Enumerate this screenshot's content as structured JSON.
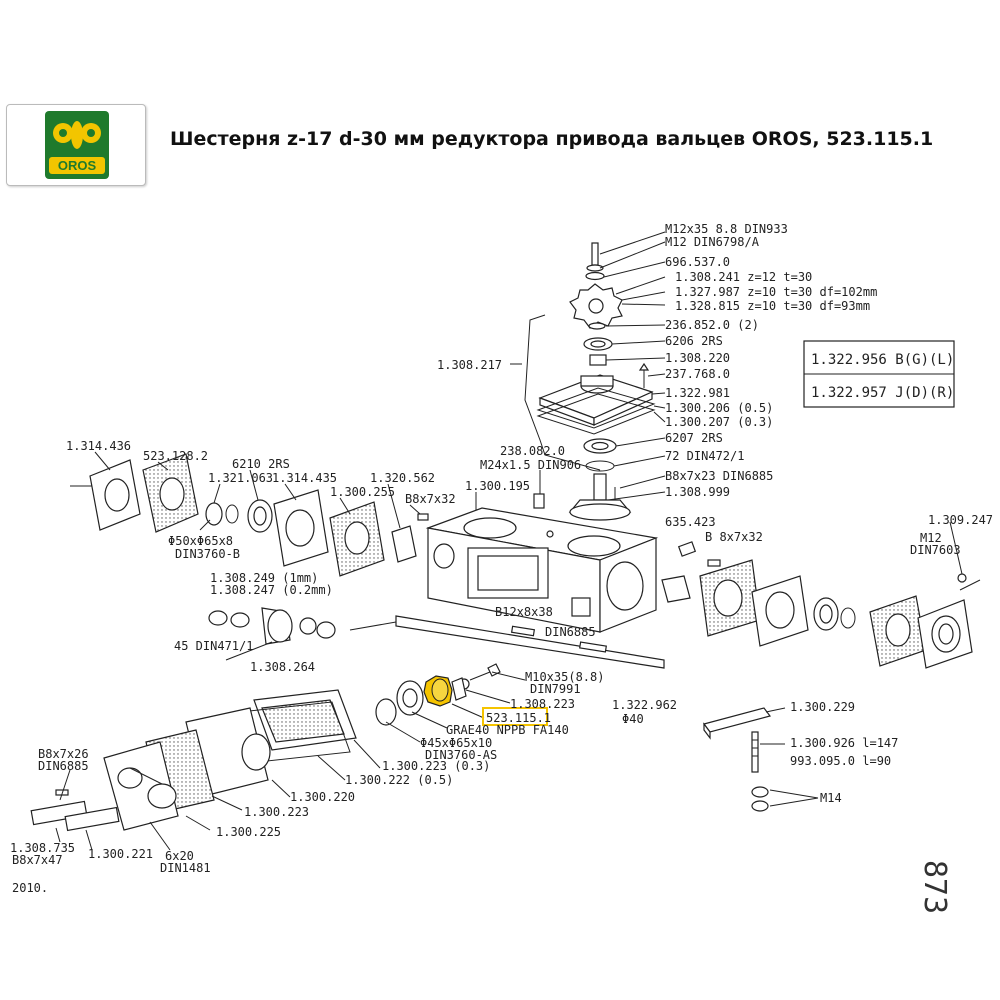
{
  "header": {
    "title": "Шестерня z-17 d-30 мм редуктора привода вальцев OROS, 523.115.1",
    "logo_text": "OROS"
  },
  "colors": {
    "logo_green": "#1f7a2c",
    "logo_yellow": "#f2c500",
    "highlight": "#f5c400"
  },
  "labels": {
    "m12x35": "M12x35 8.8 DIN933",
    "m12din6798": "M12 DIN6798/A",
    "p696537": "696.537.0",
    "p1308241": "1.308.241 z=12 t=30",
    "p1327987": "1.327.987 z=10 t=30 df=102mm",
    "p1328815": "1.328.815 z=10 t=30 df=93mm",
    "p236852": "236.852.0 (2)",
    "p6206": "6206 2RS",
    "p1308220": "1.308.220",
    "p237768": "237.768.0",
    "p1322981": "1.322.981",
    "p1300206": "1.300.206 (0.5)",
    "p1300207": "1.300.207 (0.3)",
    "p6207": "6207 2RS",
    "p72din": "72 DIN472/1",
    "b8x7x23": "B8x7x23 DIN6885",
    "p1308999": "1.308.999",
    "p1308217": "1.308.217",
    "p238082": "238.082.0",
    "m24": "M24x1.5 DIN906",
    "p1314436": "1.314.436",
    "p523128": "523.128.2",
    "p6210": "6210 2RS",
    "p1321063": "1.321.063",
    "p1314435": "1.314.435",
    "p1320562": "1.320.562",
    "p1300255": "1.300.255",
    "b8x7x32a": "B8x7x32",
    "p1300195": "1.300.195",
    "seal50": "Φ50xΦ65x8",
    "din3760b": "DIN3760-B",
    "p1308249": "1.308.249 (1mm)",
    "p1308247": "1.308.247 (0.2mm)",
    "din471": "45 DIN471/1",
    "p1308264": "1.308.264",
    "b12x8x38": "B12x8x38",
    "din6885a": "DIN6885",
    "p635423": "635.423",
    "b8x7x32b": "B 8x7x32",
    "p1309247": "1.309.247",
    "m12": "M12",
    "din7603": "DIN7603",
    "m10x35": "M10x35(8.8)",
    "din7991": "DIN7991",
    "p1308223a": "1.308.223",
    "p523115": "523.115.1",
    "grae40": "GRAE40 NPPB FA140",
    "seal45": "Φ45xΦ65x10",
    "din3760as": "DIN3760-AS",
    "p1322962": "1.322.962",
    "phi40": "Φ40",
    "p1300229": "1.300.229",
    "p1300926": "1.300.926   l=147",
    "p993095": "993.095.0   l=90",
    "m14": "M14",
    "b8x7x26": "B8x7x26",
    "din6885b": "DIN6885",
    "p1300223b": "1.300.223 (0.3)",
    "p1300222": "1.300.222 (0.5)",
    "p1300220": "1.300.220",
    "p1300223c": "1.300.223",
    "p1308735": "1.308.735",
    "b8x7x47": "B8x7x47",
    "p1300221": "1.300.221",
    "p1300225": "1.300.225",
    "six20": "6x20",
    "din1481": "DIN1481",
    "year": "2010.",
    "page": "873"
  },
  "variant_box": {
    "row1": "1.322.956 B(G)(L)",
    "row2": "1.322.957 J(D)(R)"
  }
}
